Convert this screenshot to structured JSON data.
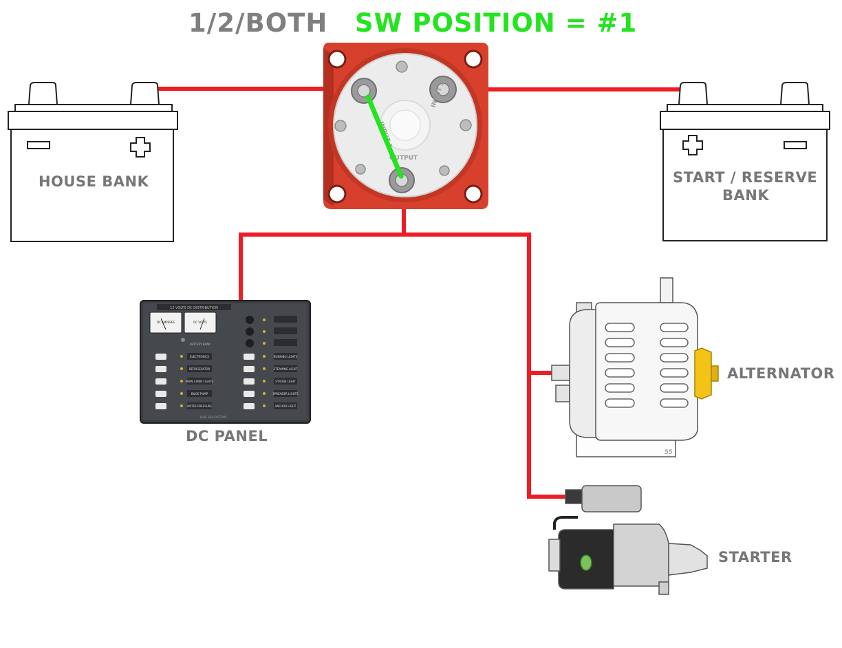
{
  "title": {
    "switch_type": "1/2/BOTH",
    "position": "SW POSITION = #1"
  },
  "labels": {
    "house_bank": "HOUSE BANK",
    "start_bank_line1": "START / RESERVE",
    "start_bank_line2": "BANK",
    "alternator": "ALTERNATOR",
    "starter": "STARTER",
    "dc_panel": "DC PANEL"
  },
  "switch": {
    "input1": "INPUT 1",
    "input2": "INPUT 2",
    "output": "OUTPUT"
  },
  "panel": {
    "header": "12 VOLTS DC DISTRIBUTION",
    "meter_amps": "DC AMPERES",
    "meter_volts": "DC VOLTS",
    "battery_bank": "BATTERY BANK",
    "left_circuits": [
      "ELECTRONICS",
      "REFRIGERATOR",
      "MAIN CABIN LIGHTS",
      "BILGE PUMP",
      "WATER PRESSURE"
    ],
    "right_circuits": [
      "RUNNING LIGHTS",
      "STEAMING LIGHT",
      "STROBE LIGHT",
      "SPREADER LIGHTS",
      "ANCHOR LIGHT"
    ],
    "footer": "BLUE SEA SYSTEMS"
  },
  "colors": {
    "wire": "#ee1c25",
    "active_path": "#22e41f",
    "label": "#777777",
    "title_gray": "#7f7f7f",
    "switch_body": "#d9412f",
    "pulley": "#f2c418"
  }
}
